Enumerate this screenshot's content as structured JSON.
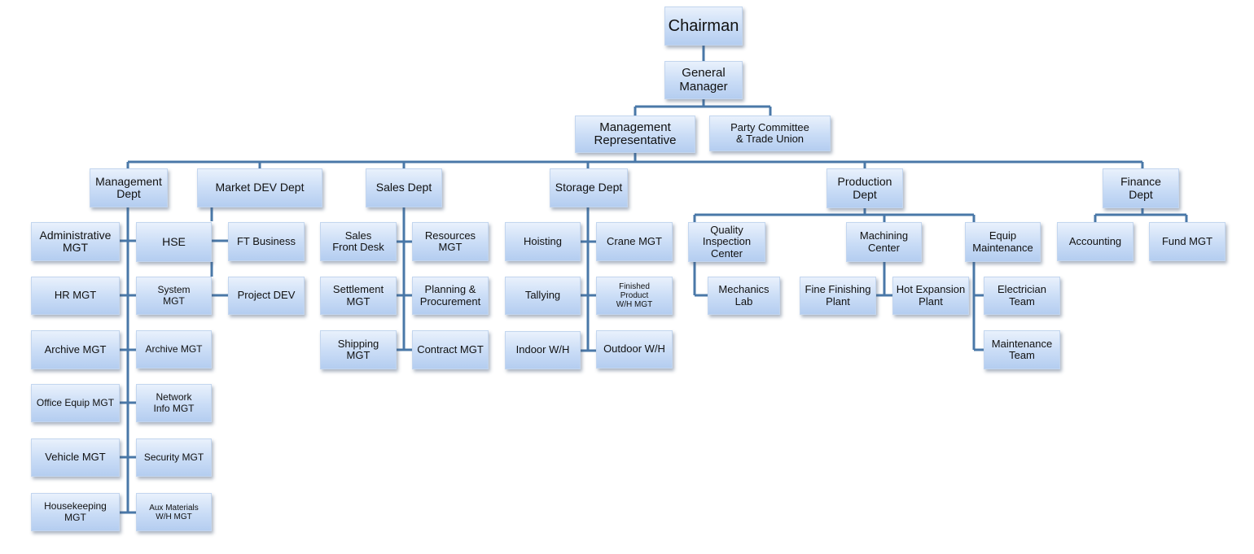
{
  "nodes": {
    "chairman": "Chairman",
    "general_manager": "General\nManager",
    "management_rep": "Management\nRepresentative",
    "party_committee": "Party Committee\n& Trade Union",
    "management_dept": "Management\nDept",
    "market_dev_dept": "Market DEV Dept",
    "sales_dept": "Sales Dept",
    "storage_dept": "Storage Dept",
    "production_dept": "Production\nDept",
    "finance_dept": "Finance\nDept",
    "administrative_mgt": "Administrative\nMGT",
    "hse": "HSE",
    "hr_mgt": "HR MGT",
    "system_mgt": "System\nMGT",
    "archive_mgt_left": "Archive MGT",
    "archive_mgt_right": "Archive MGT",
    "office_equip_mgt": "Office Equip MGT",
    "network_info_mgt": "Network\nInfo MGT",
    "vehicle_mgt": "Vehicle MGT",
    "security_mgt": "Security MGT",
    "housekeeping_mgt": "Housekeeping\nMGT",
    "aux_materials": "Aux Materials\nW/H MGT",
    "ft_business": "FT Business",
    "project_dev": "Project DEV",
    "sales_front_desk": "Sales\nFront Desk",
    "resources_mgt": "Resources\nMGT",
    "settlement_mgt": "Settlement\nMGT",
    "planning_procurement": "Planning &\nProcurement",
    "shipping_mgt": "Shipping\nMGT",
    "contract_mgt": "Contract MGT",
    "hoisting": "Hoisting",
    "crane_mgt": "Crane MGT",
    "tallying": "Tallying",
    "finished_product": "Finished\nProduct\nW/H MGT",
    "indoor_wh": "Indoor W/H",
    "outdoor_wh": "Outdoor W/H",
    "quality_inspection": "Quality\nInspection\nCenter",
    "mechanics_lab": "Mechanics\nLab",
    "machining_center": "Machining\nCenter",
    "fine_finishing": "Fine Finishing\nPlant",
    "hot_expansion": "Hot Expansion\nPlant",
    "equip_maintenance": "Equip\nMaintenance",
    "electrician_team": "Electrician\nTeam",
    "maintenance_team": "Maintenance\nTeam",
    "accounting": "Accounting",
    "fund_mgt": "Fund MGT"
  },
  "colors": {
    "connector": "#4a78a8",
    "box_fill_top": "#e9f1fc",
    "box_fill_bottom": "#b4cdf0"
  }
}
